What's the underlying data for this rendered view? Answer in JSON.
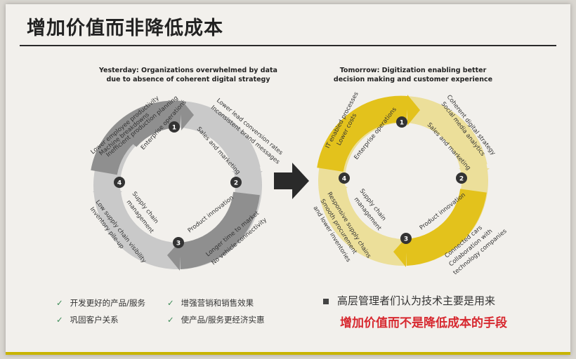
{
  "title": "增加价值而非降低成本",
  "left": {
    "caption_line1": "Yesterday: Organizations overwhelmed by data",
    "caption_line2": "due to absence of coherent digital strategy",
    "segments": [
      {
        "num": "1",
        "label": "Enterprise operations"
      },
      {
        "num": "2",
        "label": "Sales and marketing"
      },
      {
        "num": "3",
        "label": "Product innovation"
      },
      {
        "num": "4",
        "label_line1": "Supply chain",
        "label_line2": "management"
      }
    ],
    "annotations": {
      "a1": [
        "Lower employee productivity",
        "Machine breakdowns",
        "Inefficient production planning"
      ],
      "a2": [
        "Lower lead conversion rates",
        "Inconsistent brand messages"
      ],
      "a3": [
        "Longer time to market",
        "No vehicle connectivity"
      ],
      "a4": [
        "Low supply chain visibility",
        "Inventory pile-up"
      ]
    },
    "colors": {
      "dark": "#8f8f8f",
      "light": "#c9c9c9"
    }
  },
  "right": {
    "caption_line1": "Tomorrow: Digitization enabling better",
    "caption_line2": "decision making and customer experience",
    "segments": [
      {
        "num": "1",
        "label": "Enterprise operations"
      },
      {
        "num": "2",
        "label": "Sales and marketing"
      },
      {
        "num": "3",
        "label": "Product innovation"
      },
      {
        "num": "4",
        "label_line1": "Supply chain",
        "label_line2": "management"
      }
    ],
    "annotations": {
      "a1": [
        "IT enabled processes",
        "Lower costs"
      ],
      "a2": [
        "Coherent digital strategy",
        "Social media analytics"
      ],
      "a3": [
        "Connected cars",
        "Collaboration with",
        "technology companies"
      ],
      "a4": [
        "Responsive supply chains",
        "Smooth procurement",
        "and lower inventories"
      ]
    },
    "colors": {
      "dark": "#e3c21c",
      "light": "#ecdf9a"
    }
  },
  "bullets": [
    "开发更好的产品/服务",
    "增强营销和销售效果",
    "巩固客户关系",
    "使产品/服务更经济实惠"
  ],
  "note1": "高层管理者们认为技术主要是用来",
  "note2": "增加价值而不是降低成本的手段",
  "icons": {
    "check": "✓",
    "arrow": "arrow-right-icon"
  }
}
